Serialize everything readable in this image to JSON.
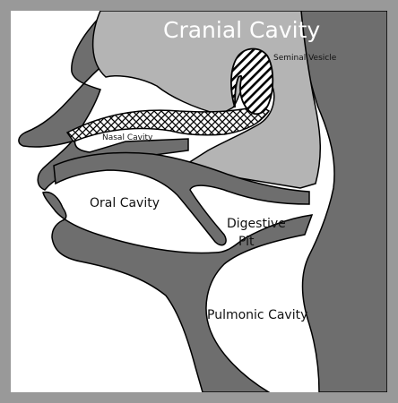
{
  "diagram": {
    "title": "Cranial Cavity",
    "labels": {
      "seminal_vesicle": "Seminal Vesicle",
      "nasal_cavity": "Nasal Cavity",
      "oral_cavity": "Oral Cavity",
      "digestive_pit_line1": "Digestive",
      "digestive_pit_line2": "Pit",
      "pulmonic_cavity": "Pulmonic Cavity"
    }
  },
  "colors": {
    "frame": "#999999",
    "dark_tissue": "#6e6e6e",
    "light_cavity": "#b4b4b4",
    "background": "#ffffff",
    "outline": "#000000"
  }
}
